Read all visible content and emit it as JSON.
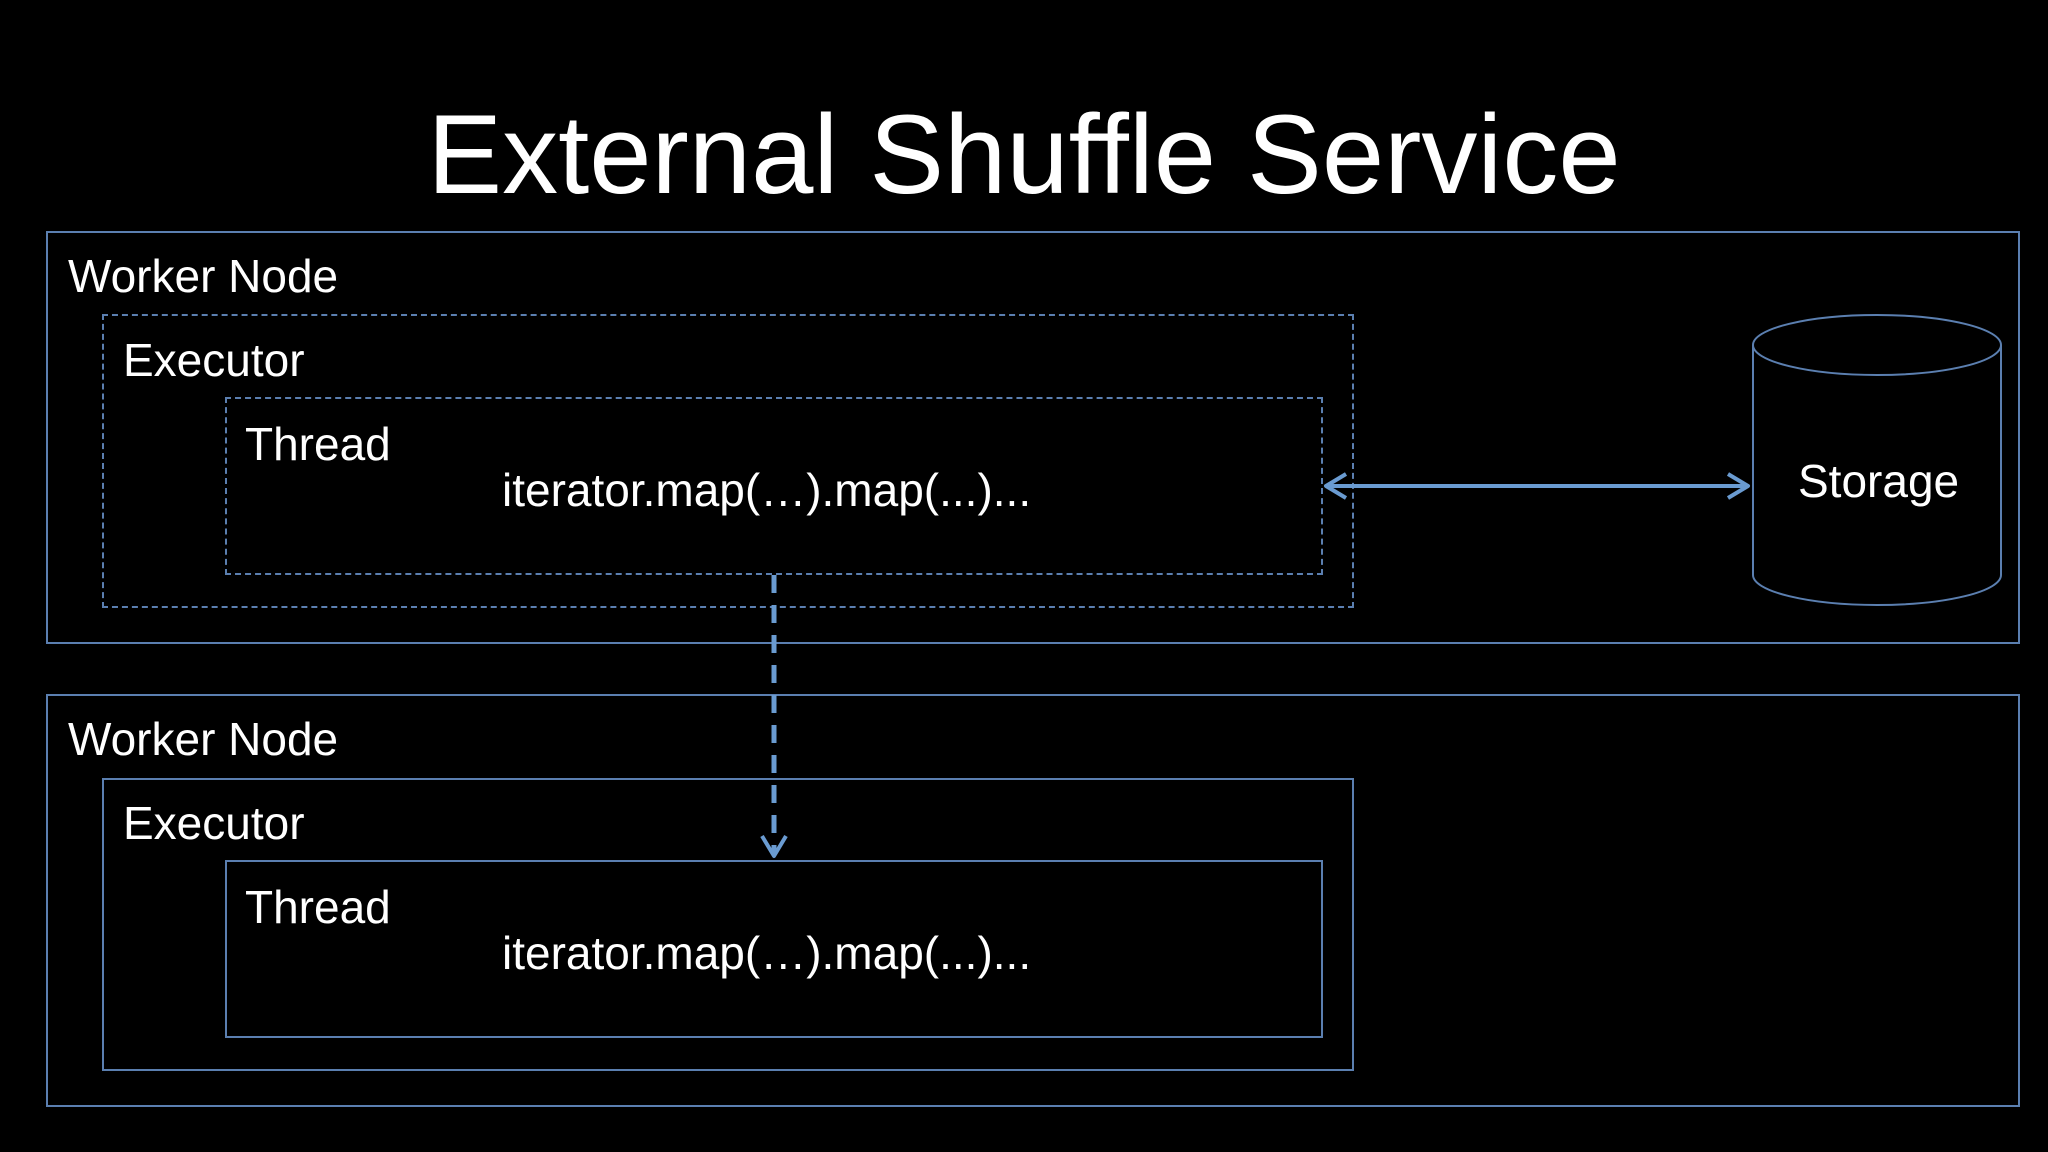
{
  "title": "External Shuffle Service",
  "top_worker": {
    "label": "Worker Node",
    "executor": {
      "label": "Executor",
      "thread": {
        "label": "Thread",
        "code": "iterator.map(…).map(...)..."
      }
    }
  },
  "bottom_worker": {
    "label": "Worker Node",
    "executor": {
      "label": "Executor",
      "thread": {
        "label": "Thread",
        "code": "iterator.map(…).map(...)..."
      }
    }
  },
  "storage": {
    "label": "Storage"
  },
  "colors": {
    "background": "#000000",
    "outline": "#5b7fb0",
    "arrow": "#6a9bd1",
    "text": "#ffffff"
  },
  "icons": {
    "storage": "cylinder-icon",
    "bidirectional_arrow": "double-arrow-icon",
    "shuffle_arrow": "dashed-down-arrow-icon"
  }
}
